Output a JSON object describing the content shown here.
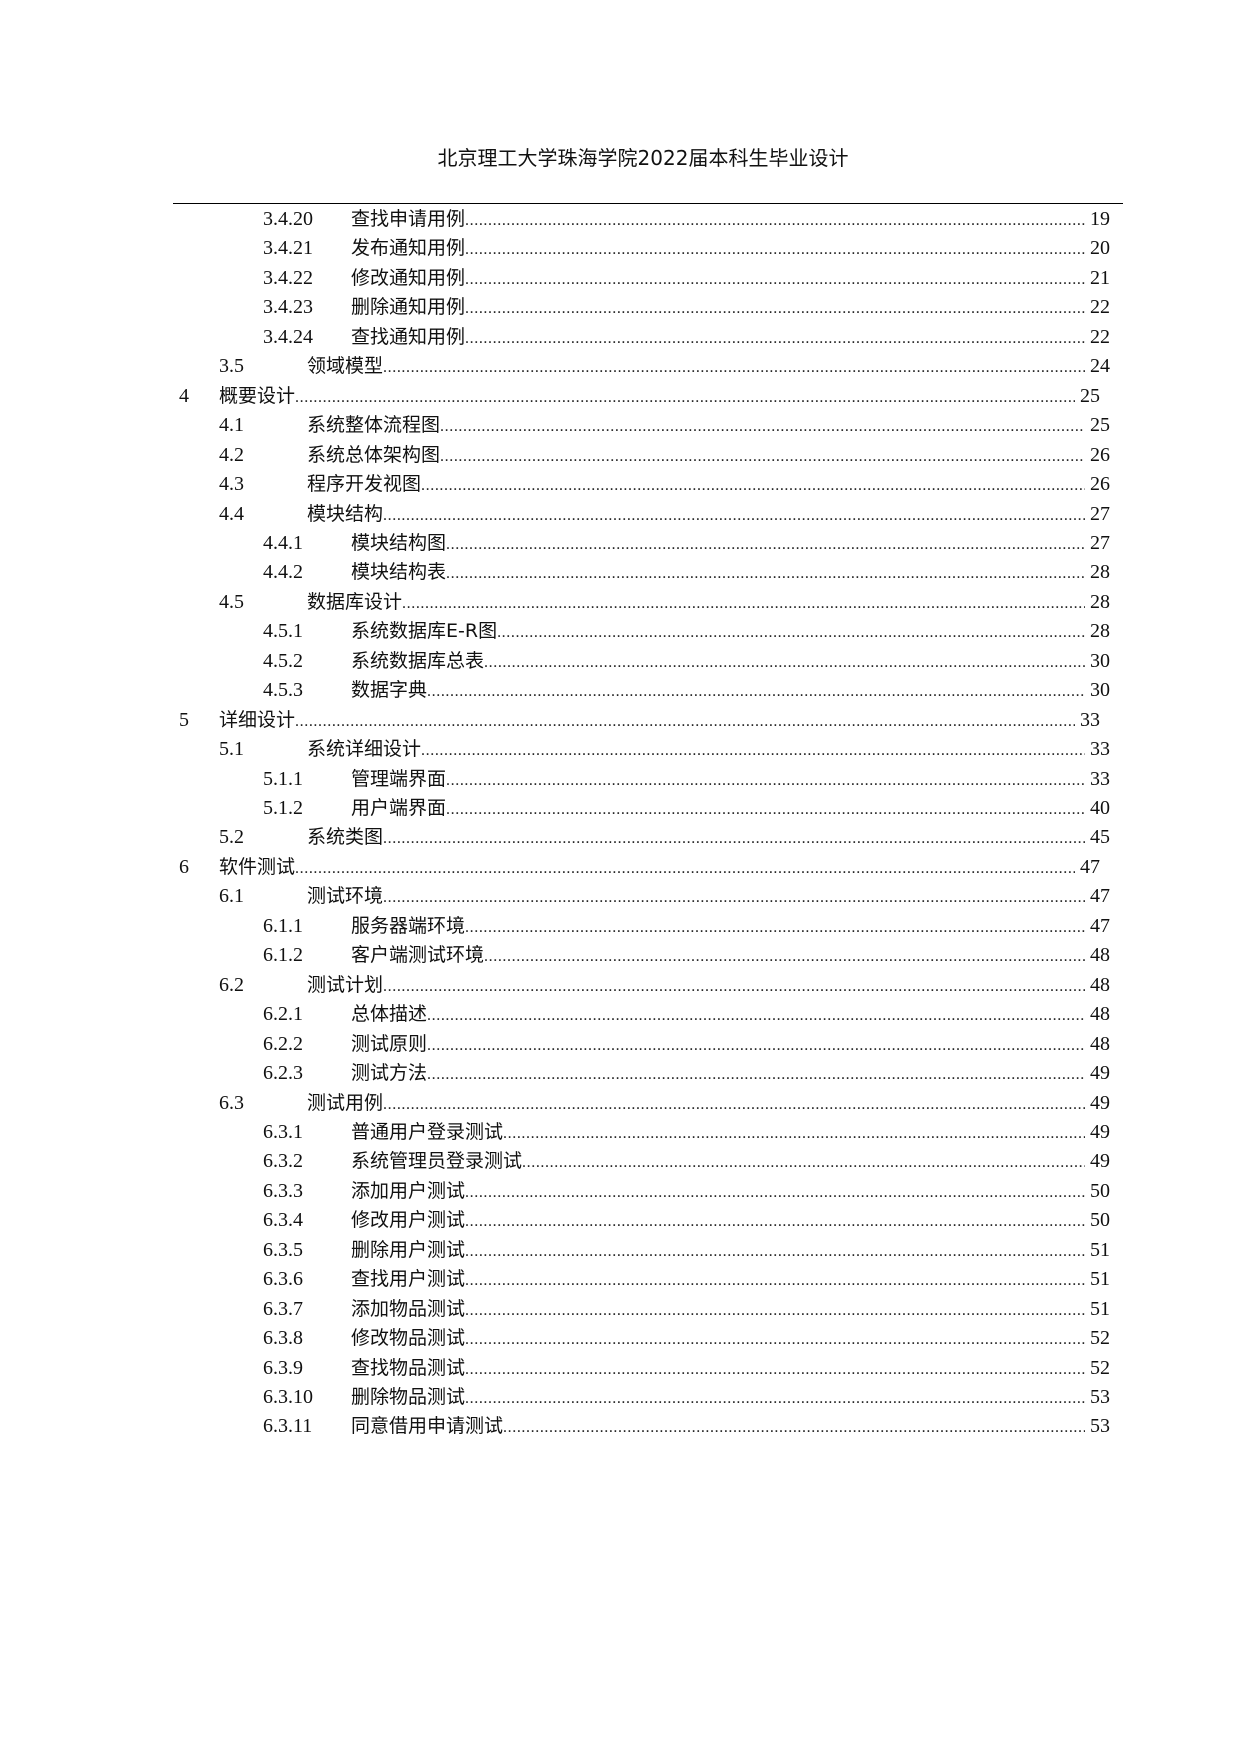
{
  "header": {
    "title": "北京理工大学珠海学院2022届本科生毕业设计"
  },
  "toc": {
    "entries": [
      {
        "level": 3,
        "number": "3.4.20",
        "title": "查找申请用例",
        "page": "19"
      },
      {
        "level": 3,
        "number": "3.4.21",
        "title": "发布通知用例",
        "page": "20"
      },
      {
        "level": 3,
        "number": "3.4.22",
        "title": "修改通知用例",
        "page": "21"
      },
      {
        "level": 3,
        "number": "3.4.23",
        "title": "删除通知用例",
        "page": "22"
      },
      {
        "level": 3,
        "number": "3.4.24",
        "title": "查找通知用例",
        "page": "22"
      },
      {
        "level": 2,
        "number": "3.5",
        "title": "领域模型",
        "page": "24"
      },
      {
        "level": 1,
        "number": "4",
        "title": "概要设计",
        "page": "25"
      },
      {
        "level": 2,
        "number": "4.1",
        "title": "系统整体流程图",
        "page": "25"
      },
      {
        "level": 2,
        "number": "4.2",
        "title": "系统总体架构图",
        "page": "26"
      },
      {
        "level": 2,
        "number": "4.3",
        "title": "程序开发视图",
        "page": "26"
      },
      {
        "level": 2,
        "number": "4.4",
        "title": "模块结构",
        "page": "27"
      },
      {
        "level": 3,
        "number": "4.4.1",
        "title": "模块结构图",
        "page": "27"
      },
      {
        "level": 3,
        "number": "4.4.2",
        "title": "模块结构表",
        "page": "28"
      },
      {
        "level": 2,
        "number": "4.5",
        "title": "数据库设计",
        "page": "28"
      },
      {
        "level": 3,
        "number": "4.5.1",
        "title": "系统数据库E-R图",
        "page": "28"
      },
      {
        "level": 3,
        "number": "4.5.2",
        "title": "系统数据库总表",
        "page": "30"
      },
      {
        "level": 3,
        "number": "4.5.3",
        "title": "数据字典",
        "page": "30"
      },
      {
        "level": 1,
        "number": "5",
        "title": "详细设计",
        "page": "33"
      },
      {
        "level": 2,
        "number": "5.1",
        "title": "系统详细设计",
        "page": "33"
      },
      {
        "level": 3,
        "number": "5.1.1",
        "title": "管理端界面",
        "page": "33"
      },
      {
        "level": 3,
        "number": "5.1.2",
        "title": "用户端界面",
        "page": "40"
      },
      {
        "level": 2,
        "number": "5.2",
        "title": "系统类图",
        "page": "45"
      },
      {
        "level": 1,
        "number": "6",
        "title": "软件测试",
        "page": "47"
      },
      {
        "level": 2,
        "number": "6.1",
        "title": "测试环境",
        "page": "47"
      },
      {
        "level": 3,
        "number": "6.1.1",
        "title": "服务器端环境",
        "page": "47"
      },
      {
        "level": 3,
        "number": "6.1.2",
        "title": "客户端测试环境",
        "page": "48"
      },
      {
        "level": 2,
        "number": "6.2",
        "title": "测试计划",
        "page": "48"
      },
      {
        "level": 3,
        "number": "6.2.1",
        "title": "总体描述",
        "page": "48"
      },
      {
        "level": 3,
        "number": "6.2.2",
        "title": "测试原则",
        "page": "48"
      },
      {
        "level": 3,
        "number": "6.2.3",
        "title": "测试方法",
        "page": "49"
      },
      {
        "level": 2,
        "number": "6.3",
        "title": "测试用例",
        "page": "49"
      },
      {
        "level": 3,
        "number": "6.3.1",
        "title": "普通用户登录测试",
        "page": "49"
      },
      {
        "level": 3,
        "number": "6.3.2",
        "title": "系统管理员登录测试",
        "page": "49"
      },
      {
        "level": 3,
        "number": "6.3.3",
        "title": "添加用户测试",
        "page": "50"
      },
      {
        "level": 3,
        "number": "6.3.4",
        "title": "修改用户测试",
        "page": "50"
      },
      {
        "level": 3,
        "number": "6.3.5",
        "title": "删除用户测试",
        "page": "51"
      },
      {
        "level": 3,
        "number": "6.3.6",
        "title": "查找用户测试",
        "page": "51"
      },
      {
        "level": 3,
        "number": "6.3.7",
        "title": "添加物品测试",
        "page": "51"
      },
      {
        "level": 3,
        "number": "6.3.8",
        "title": "修改物品测试",
        "page": "52"
      },
      {
        "level": 3,
        "number": "6.3.9",
        "title": "查找物品测试",
        "page": "52"
      },
      {
        "level": 3,
        "number": "6.3.10",
        "title": "删除物品测试",
        "page": "53"
      },
      {
        "level": 3,
        "number": "6.3.11",
        "title": "同意借用申请测试",
        "page": "53"
      }
    ]
  }
}
